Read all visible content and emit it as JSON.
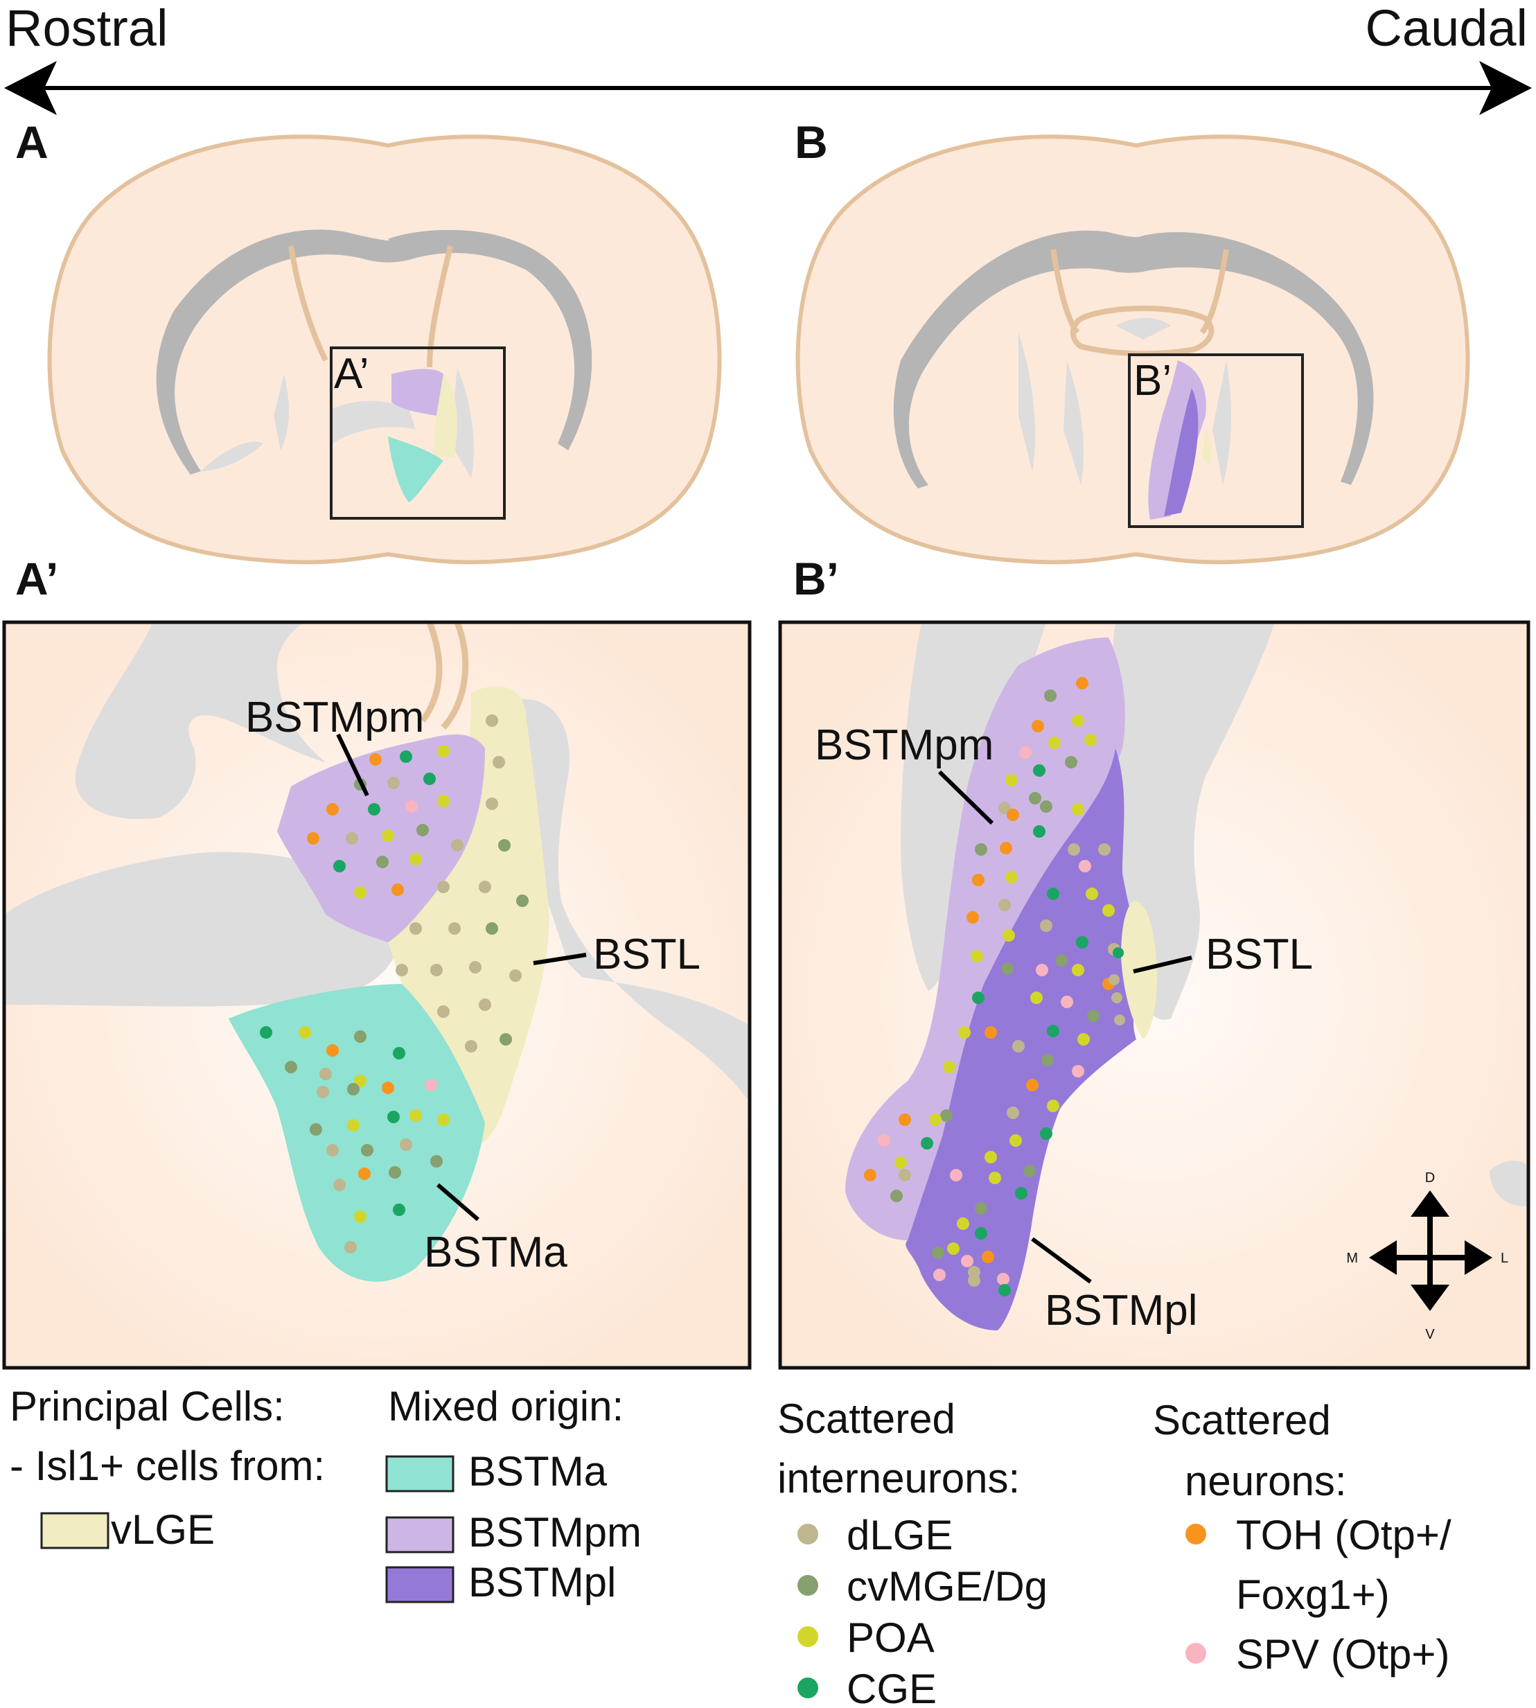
{
  "direction": {
    "left": "Rostral",
    "right": "Caudal"
  },
  "panels": {
    "a": {
      "label": "A",
      "inset": "A’"
    },
    "b": {
      "label": "B",
      "inset": "B’"
    },
    "a_prime": {
      "label": "A’",
      "regions": {
        "bstmpm": "BSTMpm",
        "bstl": "BSTL",
        "bstma": "BSTMa"
      }
    },
    "b_prime": {
      "label": "B’",
      "regions": {
        "bstmpm": "BSTMpm",
        "bstl": "BSTL",
        "bstmpl": "BSTMpl"
      }
    }
  },
  "compass": {
    "dorsal": "D",
    "ventral": "V",
    "medial": "M",
    "lateral": "L"
  },
  "legend": {
    "principal": {
      "title1": "Principal Cells:",
      "title2": "- Isl1+ cells from:",
      "items": [
        {
          "label": "vLGE",
          "color": "#f1ecc2"
        }
      ]
    },
    "mixed": {
      "title": "Mixed origin:",
      "items": [
        {
          "label": "BSTMa",
          "color": "#90e2d2"
        },
        {
          "label": "BSTMpm",
          "color": "#cdb6e6"
        },
        {
          "label": "BSTMpl",
          "color": "#9579d8"
        }
      ]
    },
    "interneurons": {
      "title1": "Scattered",
      "title2": "interneurons:",
      "items": [
        {
          "label": "dLGE",
          "color": "#bfb58f"
        },
        {
          "label": "cvMGE/Dg",
          "color": "#86a06e"
        },
        {
          "label": "POA",
          "color": "#d3d62a"
        },
        {
          "label": "CGE",
          "color": "#1aa562"
        }
      ]
    },
    "neurons": {
      "title1": "Scattered",
      "title2": "neurons:",
      "items": [
        {
          "label1": "TOH (Otp+/",
          "label2": "Foxg1+)",
          "color": "#f7941d"
        },
        {
          "label1": "SPV (Otp+)",
          "color": "#f8b4bf"
        }
      ]
    }
  },
  "colors": {
    "brain_fill": "#fde9da",
    "brain_outline": "#e3c19c",
    "ventricle": "#b5b5b5",
    "gray_struct": "#dddddd"
  }
}
